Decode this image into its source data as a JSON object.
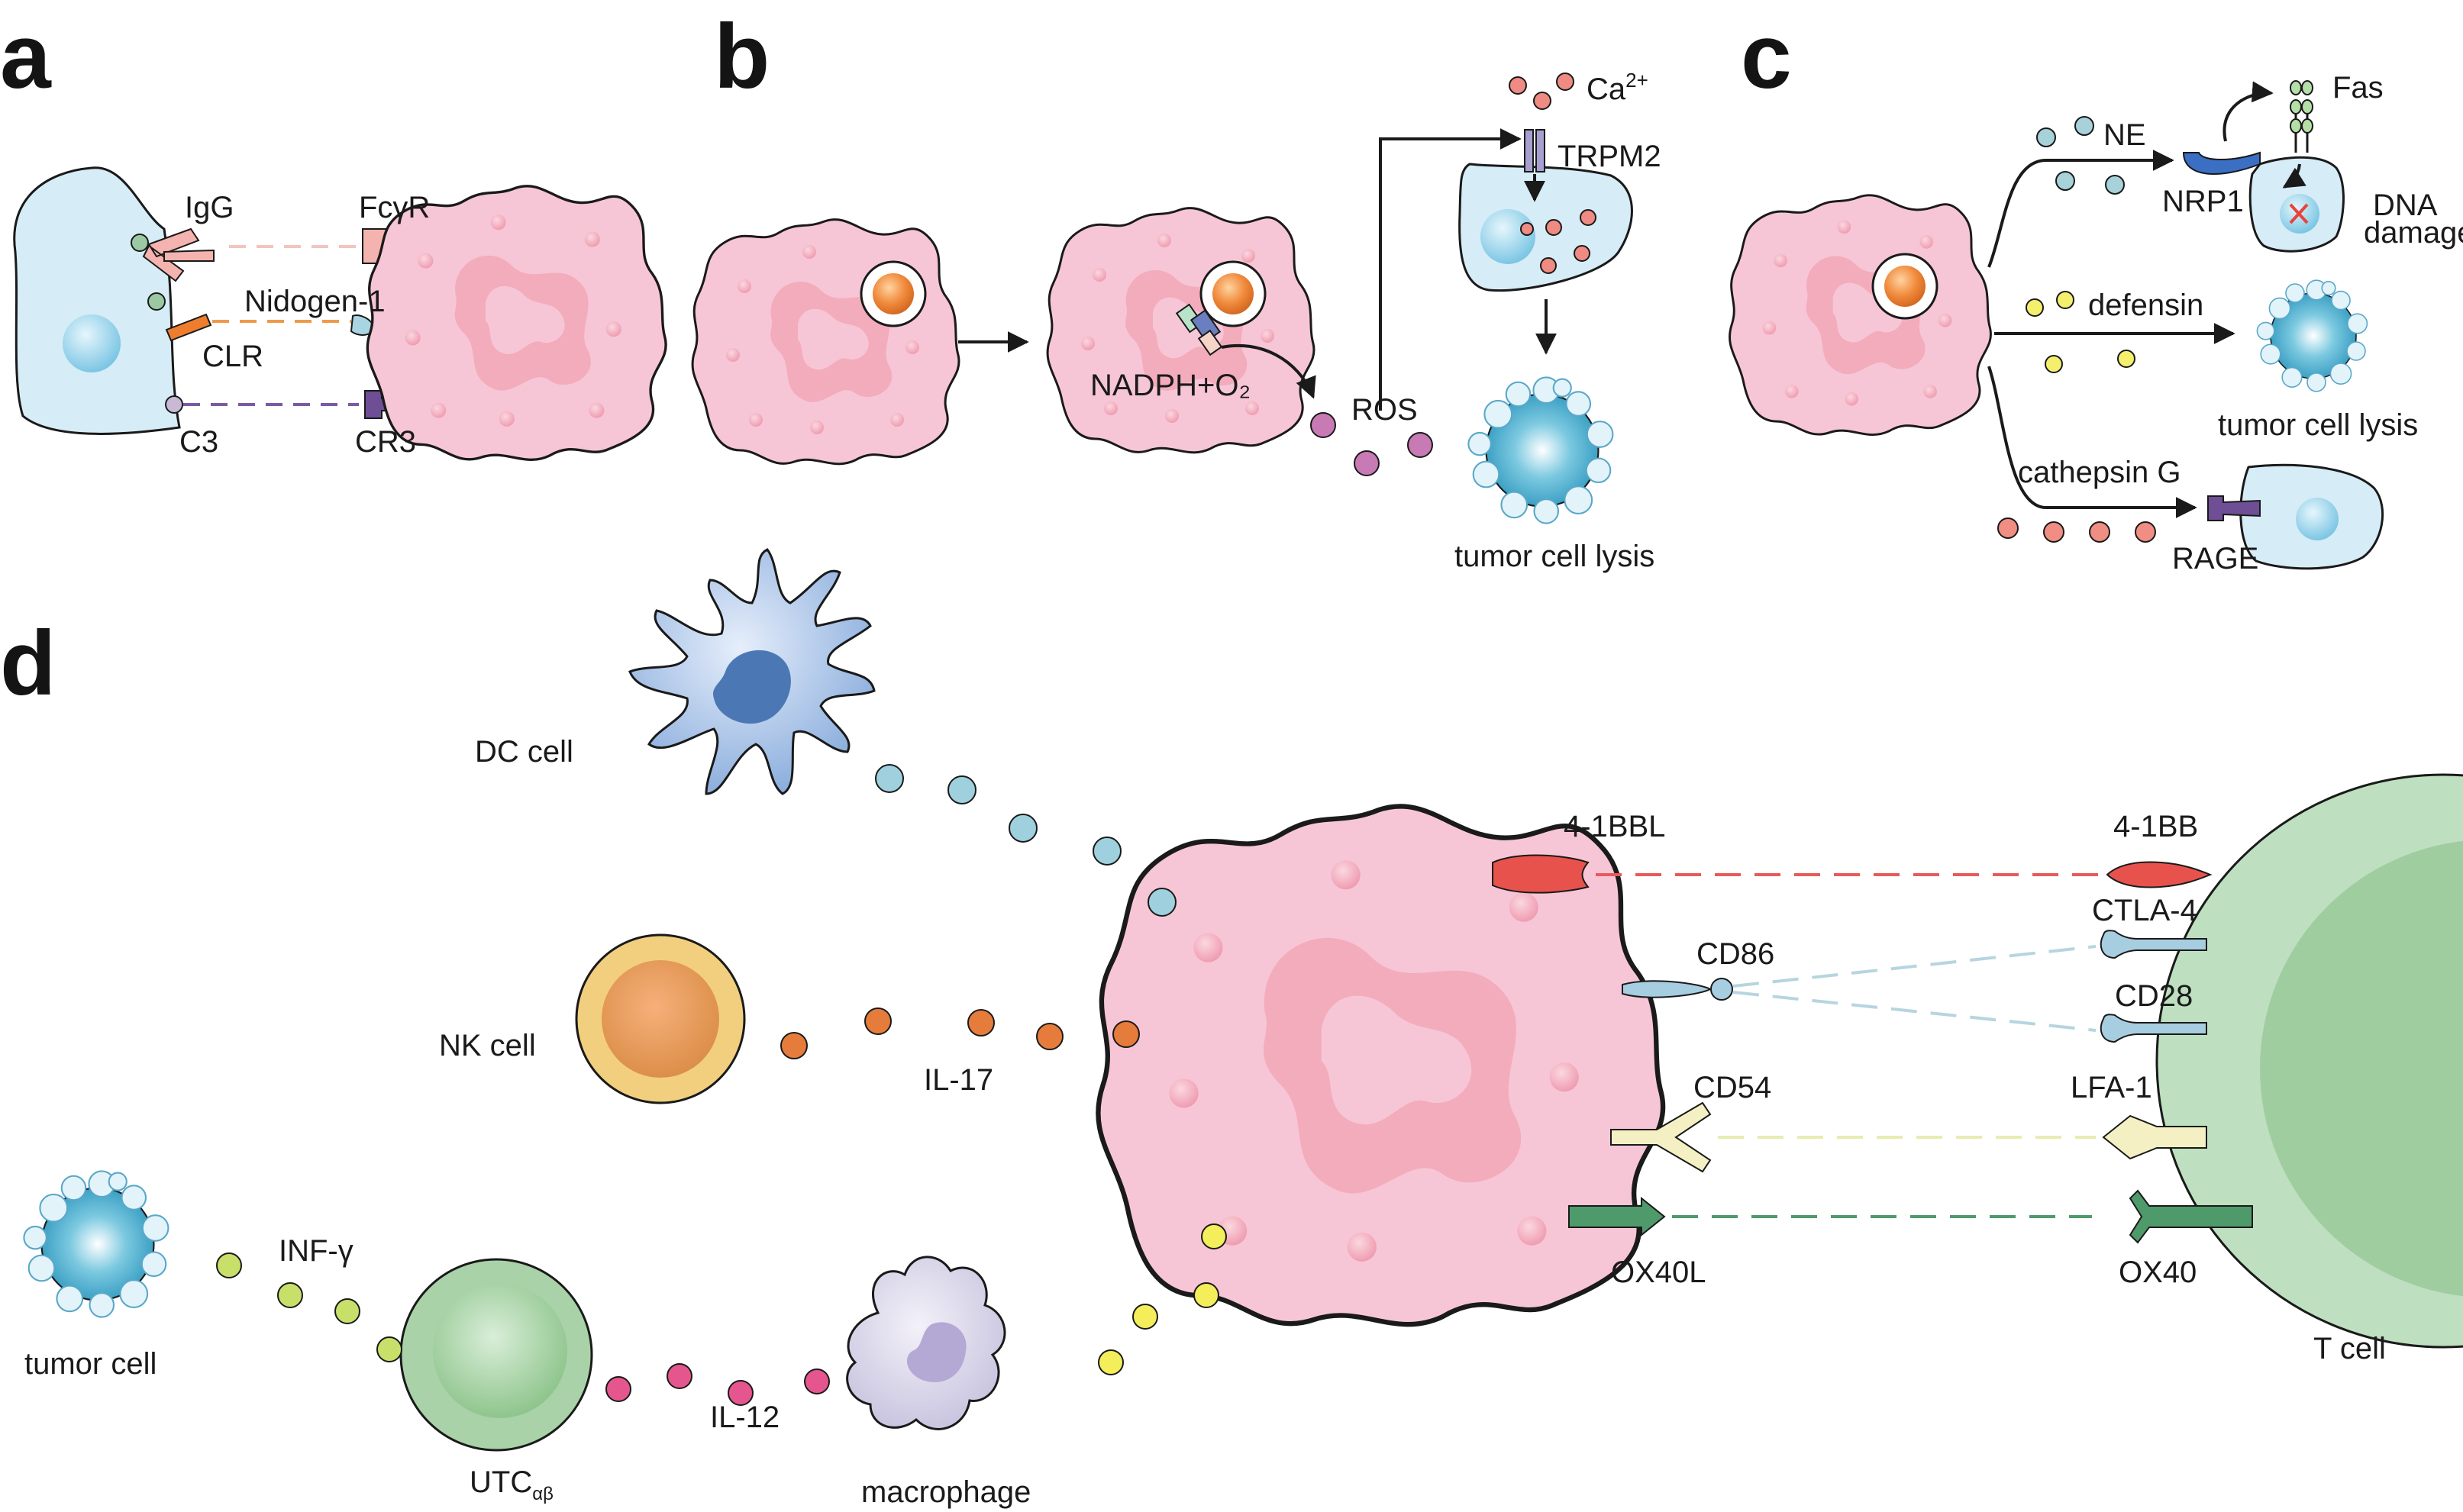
{
  "panels": {
    "a": "a",
    "b": "b",
    "c": "c",
    "d": "d"
  },
  "panel_a": {
    "igg": "IgG",
    "fcgr": "FcγR",
    "nidogen": "Nidogen-1",
    "clr": "CLR",
    "c3": "C3",
    "cr3": "CR3"
  },
  "panel_b": {
    "ca": "Ca",
    "ca_sup": "2+",
    "trpm2": "TRPM2",
    "nadph": "NADPH+O₂",
    "ros": "ROS",
    "lysis": "tumor cell lysis"
  },
  "panel_c": {
    "ne": "NE",
    "fas": "Fas",
    "nrp1": "NRP1",
    "dna1": "DNA",
    "dna2": "damage",
    "defensin": "defensin",
    "lysis": "tumor cell lysis",
    "cathepsin": "cathepsin G",
    "rage": "RAGE"
  },
  "panel_d": {
    "dc": "DC cell",
    "nk": "NK cell",
    "il17": "IL-17",
    "tumor": "tumor cell",
    "infg": "INF-γ",
    "utc": "UTC",
    "utc_sub": "αβ",
    "il12": "IL-12",
    "macrophage": "macrophage",
    "bbl": "4-1BBL",
    "bb": "4-1BB",
    "ctla4": "CTLA-4",
    "cd86": "CD86",
    "cd28": "CD28",
    "cd54": "CD54",
    "lfa1": "LFA-1",
    "ox40l": "OX40L",
    "ox40": "OX40",
    "tcell": "T cell"
  },
  "colors": {
    "neutrophil": "#f7c6d6",
    "nucleus": "#eb95a8",
    "tumor_cell": "#d6ecf7",
    "dc_cell": "#9fc0e4",
    "nk_ring": "#f1cf7e",
    "nk_core": "#e29a55",
    "utc": "#a9d2a8",
    "tcell": "#bedfc0",
    "macrophage": "#d9d4ea",
    "ca": "#ef8b83",
    "ros": "#c87ab4",
    "ne": "#a7d2da",
    "defensin": "#f4f06e",
    "cathepsin": "#f08e84",
    "il17": "#e57c3c",
    "il12": "#e6568e",
    "infg": "#c8e06a",
    "dc_dots": "#9fd0de",
    "mac_dots": "#f3ee5a"
  }
}
